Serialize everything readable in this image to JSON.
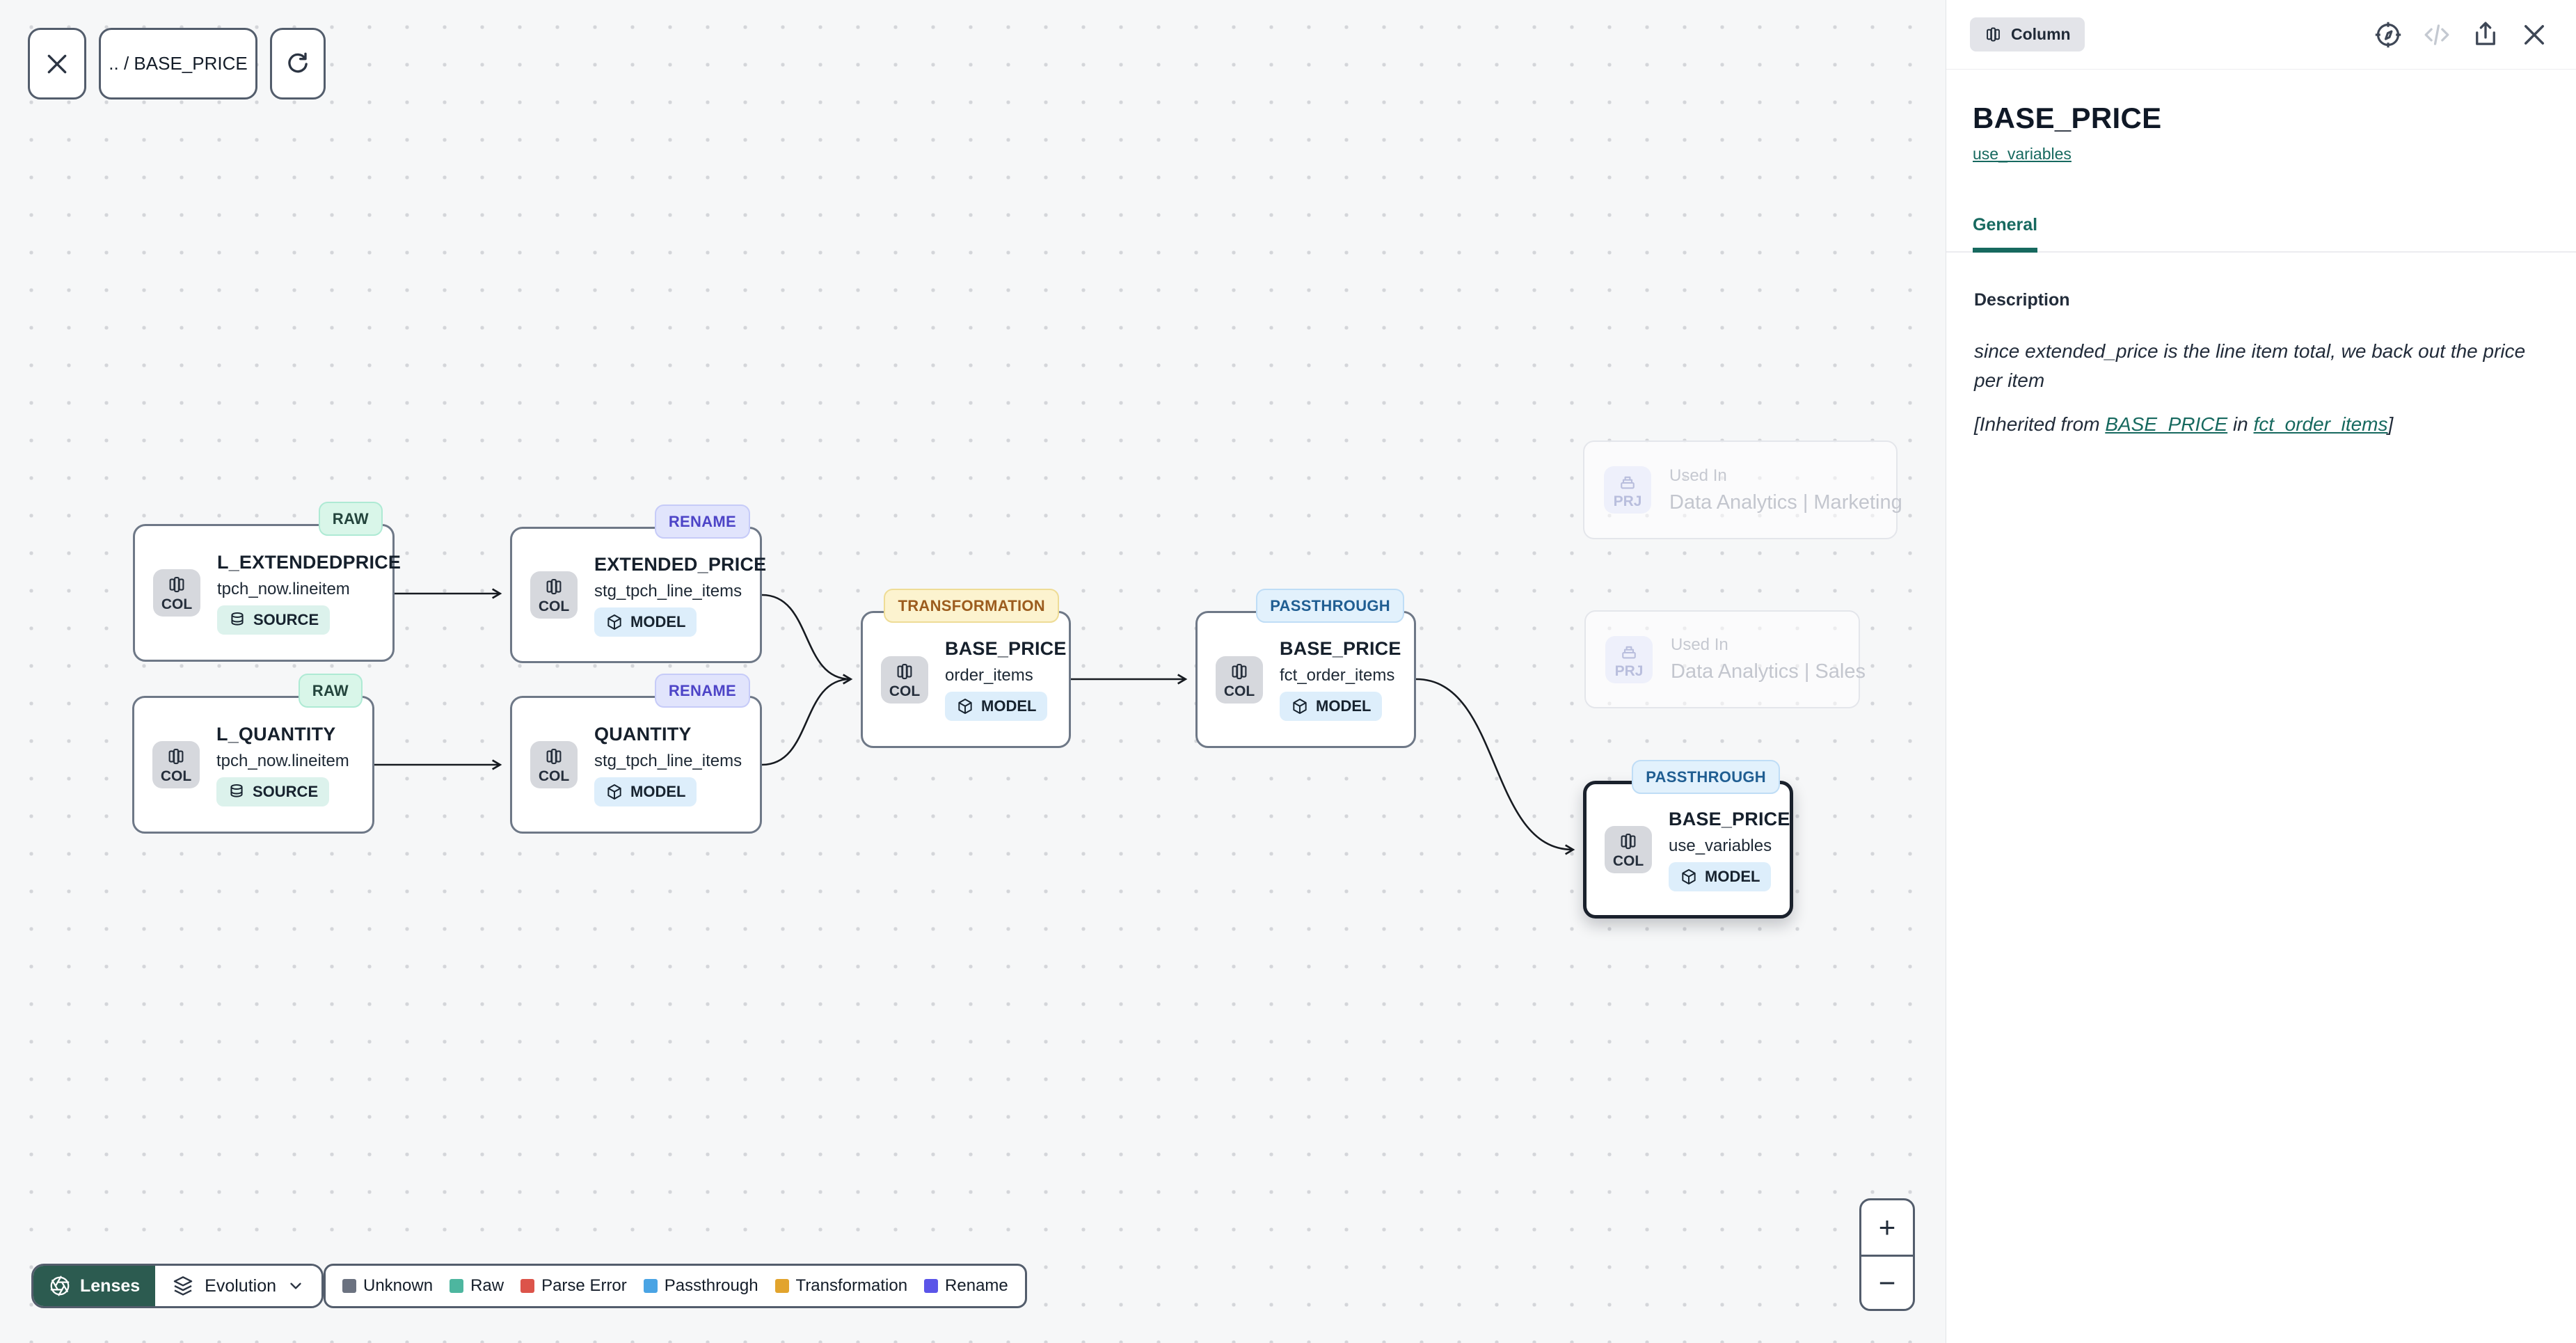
{
  "toolbar": {
    "breadcrumb": ".. / BASE_PRICE"
  },
  "panel": {
    "entity_badge": "Column",
    "title": "BASE_PRICE",
    "model_link": "use_variables",
    "tab_general": "General",
    "description_label": "Description",
    "description_text": "since extended_price is the line item total, we back out the price per item",
    "inherited": {
      "prefix": "[Inherited from ",
      "link_column": "BASE_PRICE",
      "middle": " in ",
      "link_model": "fct_order_items",
      "suffix": "]"
    }
  },
  "canvas": {
    "col_label": "COL",
    "prj_label": "PRJ",
    "nodes": [
      {
        "badge": "RAW",
        "title": "L_EXTENDEDPRICE",
        "subtitle": "tpch_now.lineitem",
        "type": "SOURCE"
      },
      {
        "badge": "RAW",
        "title": "L_QUANTITY",
        "subtitle": "tpch_now.lineitem",
        "type": "SOURCE"
      },
      {
        "badge": "RENAME",
        "title": "EXTENDED_PRICE",
        "subtitle": "stg_tpch_line_items",
        "type": "MODEL"
      },
      {
        "badge": "RENAME",
        "title": "QUANTITY",
        "subtitle": "stg_tpch_line_items",
        "type": "MODEL"
      },
      {
        "badge": "TRANSFORMATION",
        "title": "BASE_PRICE",
        "subtitle": "order_items",
        "type": "MODEL"
      },
      {
        "badge": "PASSTHROUGH",
        "title": "BASE_PRICE",
        "subtitle": "fct_order_items",
        "type": "MODEL"
      },
      {
        "badge": "PASSTHROUGH",
        "title": "BASE_PRICE",
        "subtitle": "use_variables",
        "type": "MODEL"
      }
    ],
    "used_in": [
      {
        "label": "Used In",
        "project": "Data Analytics | Marketing"
      },
      {
        "label": "Used In",
        "project": "Data Analytics | Sales"
      }
    ]
  },
  "lenses_bar": {
    "lenses": "Lenses",
    "lens_name": "Evolution"
  },
  "legend": {
    "items": [
      {
        "label": "Unknown",
        "color": "#6b7280"
      },
      {
        "label": "Raw",
        "color": "#4db69f"
      },
      {
        "label": "Parse Error",
        "color": "#dc544a"
      },
      {
        "label": "Passthrough",
        "color": "#4aa4e4"
      },
      {
        "label": "Transformation",
        "color": "#e2a42d"
      },
      {
        "label": "Rename",
        "color": "#5b55e8"
      }
    ]
  },
  "zoom": {
    "in": "+",
    "out": "−"
  }
}
